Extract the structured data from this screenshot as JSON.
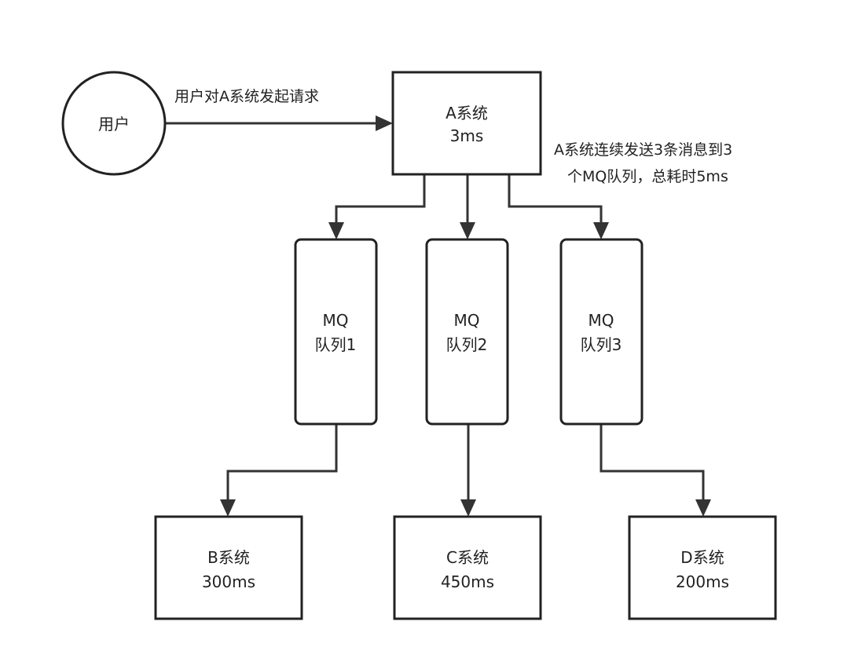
{
  "nodes": {
    "user": {
      "label": "用户"
    },
    "system_a": {
      "line1": "A系统",
      "line2": "3ms"
    },
    "mq1": {
      "line1": "MQ",
      "line2": "队列1"
    },
    "mq2": {
      "line1": "MQ",
      "line2": "队列2"
    },
    "mq3": {
      "line1": "MQ",
      "line2": "队列3"
    },
    "system_b": {
      "line1": "B系统",
      "line2": "300ms"
    },
    "system_c": {
      "line1": "C系统",
      "line2": "450ms"
    },
    "system_d": {
      "line1": "D系统",
      "line2": "200ms"
    }
  },
  "edges": {
    "user_to_a": {
      "label": "用户对A系统发起请求"
    },
    "a_to_mq": {
      "line1": "A系统连续发送3条消息到3",
      "line2": "个MQ队列，总耗时5ms"
    }
  },
  "colors": {
    "stroke": "#222222",
    "connector": "#333333",
    "background": "#ffffff"
  }
}
